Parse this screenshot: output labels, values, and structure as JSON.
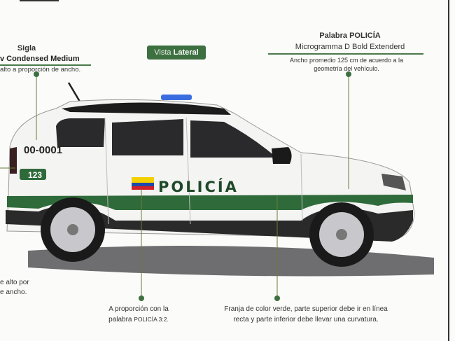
{
  "sigla": {
    "title": "Sigla",
    "font": "v Condensed Medium",
    "description": "alto a proporción de ancho."
  },
  "view_badge": {
    "prefix": "Vista",
    "bold": "Lateral"
  },
  "palabra": {
    "title": "Palabra POLICÍA",
    "font": "Microgramma D Bold Extenderd",
    "description": "Ancho promedio 125 cm de acuerdo a la geometría del vehículo."
  },
  "vehicle": {
    "plate_number": "00-0001",
    "phone_badge": "123",
    "door_word": "POLICÍA",
    "colors": {
      "green": "#2f6b3a",
      "flag_yellow": "#f5d000",
      "flag_blue": "#1f4aa8",
      "flag_red": "#d0202a",
      "light_bar": "#3a6ee0"
    }
  },
  "notes": {
    "left_line1": "e alto por",
    "left_line2": "e ancho.",
    "proportion_line1": "A proporción con la",
    "proportion_line2_prefix": "palabra",
    "proportion_line2_word": "POLICÍA 3:2.",
    "stripe_line1": "Franja de color verde, parte superior debe ir en línea",
    "stripe_line2": "recta y parte inferior debe llevar una curvatura."
  }
}
